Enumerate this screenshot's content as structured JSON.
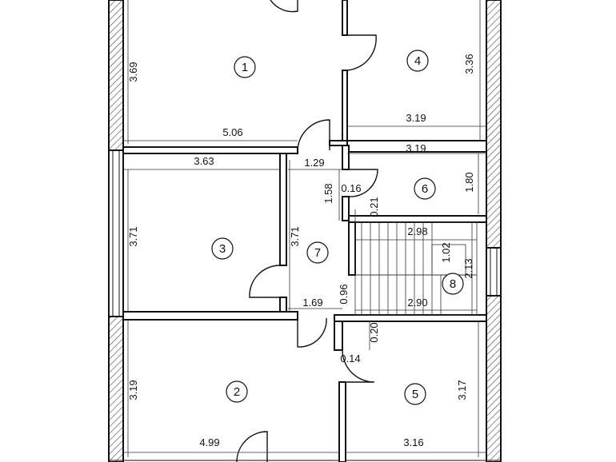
{
  "rooms": [
    {
      "id": "1"
    },
    {
      "id": "2"
    },
    {
      "id": "3"
    },
    {
      "id": "4"
    },
    {
      "id": "5"
    },
    {
      "id": "6"
    },
    {
      "id": "7"
    },
    {
      "id": "8"
    }
  ],
  "dimensions": {
    "room1_height": "3.69",
    "room1_width": "5.06",
    "room4_height": "3.36",
    "room4_width": "3.19",
    "room6_width": "3.19",
    "room6_height": "1.80",
    "room3_width": "3.63",
    "room3_height": "3.71",
    "hall_height": "3.71",
    "hall_top_width": "1.29",
    "hall_bottom_width": "1.69",
    "hall_side": "1.58",
    "wall_016": "0.16",
    "wall_021": "0.21",
    "stair_top": "2.98",
    "stair_bottom": "2.90",
    "stair_gap": "0.96",
    "stair_landing": "1.02",
    "stair_height": "2.13",
    "wall_020": "0.20",
    "wall_014": "0.14",
    "room2_height": "3.19",
    "room2_width": "4.99",
    "room5_height": "3.17",
    "room5_width": "3.16"
  }
}
